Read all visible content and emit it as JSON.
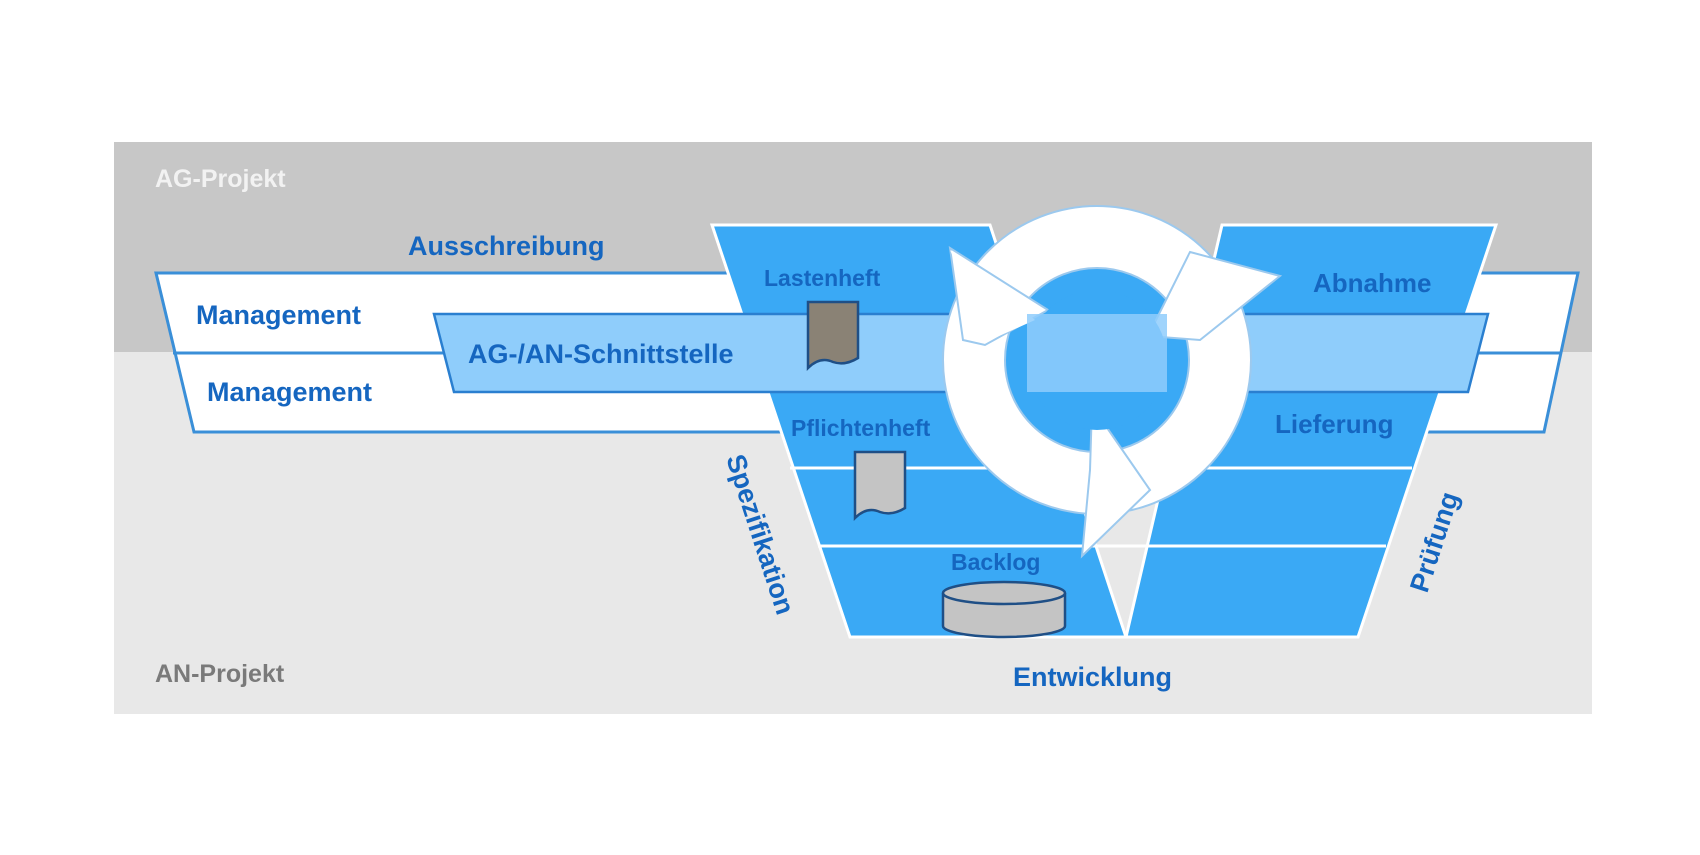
{
  "regions": {
    "ag_project": "AG-Projekt",
    "an_project": "AN-Projekt"
  },
  "labels": {
    "ausschreibung": "Ausschreibung",
    "management_ag": "Management",
    "management_an": "Management",
    "schnittstelle": "AG-/AN-Schnittstelle",
    "lastenheft": "Lastenheft",
    "abnahme": "Abnahme",
    "pflichtenheft": "Pflichtenheft",
    "lieferung": "Lieferung",
    "backlog": "Backlog",
    "spezifikation": "Spezifikation",
    "pruefung": "Prüfung",
    "entwicklung": "Entwicklung"
  },
  "colors": {
    "ag_background": "#c7c7c7",
    "an_background": "#e8e8e8",
    "primary_blue": "#3aa9f5",
    "light_blue": "#8fcdfb",
    "label_blue": "#1566c0",
    "region_label_light": "#f0f0f0",
    "region_label_dark": "#7a7a7a",
    "document_dark": "#8a8275",
    "document_light": "#c4c4c4"
  },
  "icons": {
    "cycle": "circular-arrows-icon",
    "document_lastenheft": "document-icon",
    "document_pflichtenheft": "document-icon",
    "database": "database-icon"
  }
}
